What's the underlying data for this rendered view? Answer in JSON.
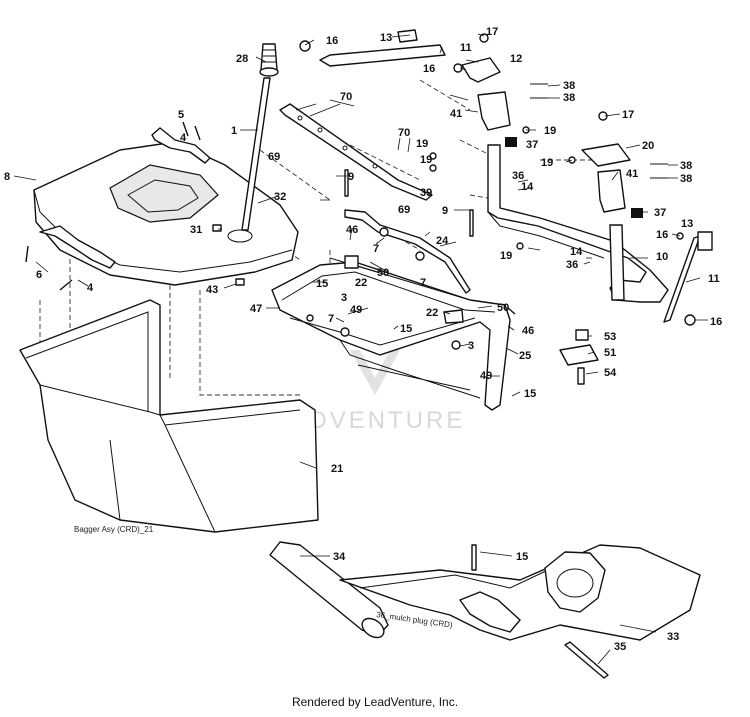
{
  "watermark": "LEADVENTURE",
  "footer": "Rendered by LeadVenture, Inc.",
  "notes": {
    "bagger_assy": "Bagger Asy (CRD)_21",
    "mulch_plug": "36_mulch plug (CRD)"
  },
  "callouts": {
    "c1": "1",
    "c3a": "3",
    "c3b": "3",
    "c4a": "4",
    "c4b": "4",
    "c5": "5",
    "c6": "6",
    "c7a": "7",
    "c7b": "7",
    "c7c": "7",
    "c8": "8",
    "c9": "9",
    "c10": "10",
    "c11a": "11",
    "c11b": "11",
    "c12": "12",
    "c13a": "13",
    "c13b": "13",
    "c14a": "14",
    "c14b": "14",
    "c15a": "15",
    "c15b": "15",
    "c15c": "15",
    "c15d": "15",
    "c16a": "16",
    "c16b": "16",
    "c16c": "16",
    "c16d": "16",
    "c17a": "17",
    "c17b": "17",
    "c19a": "19",
    "c19b": "19",
    "c19c": "19",
    "c19d": "19",
    "c19e": "19",
    "c20": "20",
    "c21": "21",
    "c22a": "22",
    "c22b": "22",
    "c24": "24",
    "c25": "25",
    "c28": "28",
    "c31": "31",
    "c32": "32",
    "c33": "33",
    "c34": "34",
    "c35": "35",
    "c36a": "36",
    "c36b": "36",
    "c37a": "37",
    "c37b": "37",
    "c38a": "38",
    "c38b": "38",
    "c38c": "38",
    "c38d": "38",
    "c39": "39",
    "c41a": "41",
    "c41b": "41",
    "c43": "43",
    "c46a": "46",
    "c46b": "46",
    "c47": "47",
    "c49a": "49",
    "c49b": "49",
    "c50a": "50",
    "c50b": "50",
    "c51": "51",
    "c53": "53",
    "c54": "54",
    "c69a": "69",
    "c69b": "69",
    "c70a": "70",
    "c70b": "70"
  }
}
